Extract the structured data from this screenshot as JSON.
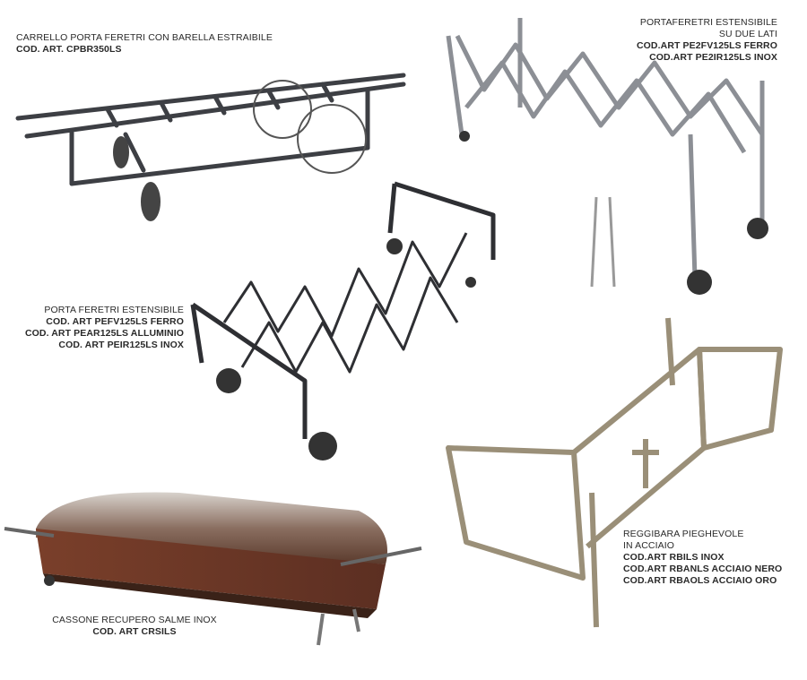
{
  "products": [
    {
      "title": [
        "CARRELLO PORTA FERETRI CON BARELLA ESTRAIBILE"
      ],
      "codes": [
        "COD. ART. CPBR350LS"
      ]
    },
    {
      "title": [
        "PORTAFERETRI ESTENSIBILE",
        "SU DUE LATI"
      ],
      "codes": [
        "COD.ART PE2FV125LS FERRO",
        "COD.ART PE2IR125LS INOX"
      ]
    },
    {
      "title": [
        "PORTA FERETRI ESTENSIBILE"
      ],
      "codes": [
        "COD. ART PEFV125LS FERRO",
        "COD. ART PEAR125LS ALLUMINIO",
        "COD. ART PEIR125LS INOX"
      ]
    },
    {
      "title": [
        "REGGIBARA PIEGHEVOLE",
        "IN ACCIAIO"
      ],
      "codes": [
        "COD.ART RBILS INOX",
        "COD.ART RBANLS ACCIAIO NERO",
        "COD.ART RBAOLS ACCIAIO ORO"
      ]
    },
    {
      "title": [
        "CASSONE RECUPERO SALME INOX"
      ],
      "codes": [
        "COD. ART CRSILS"
      ]
    }
  ]
}
